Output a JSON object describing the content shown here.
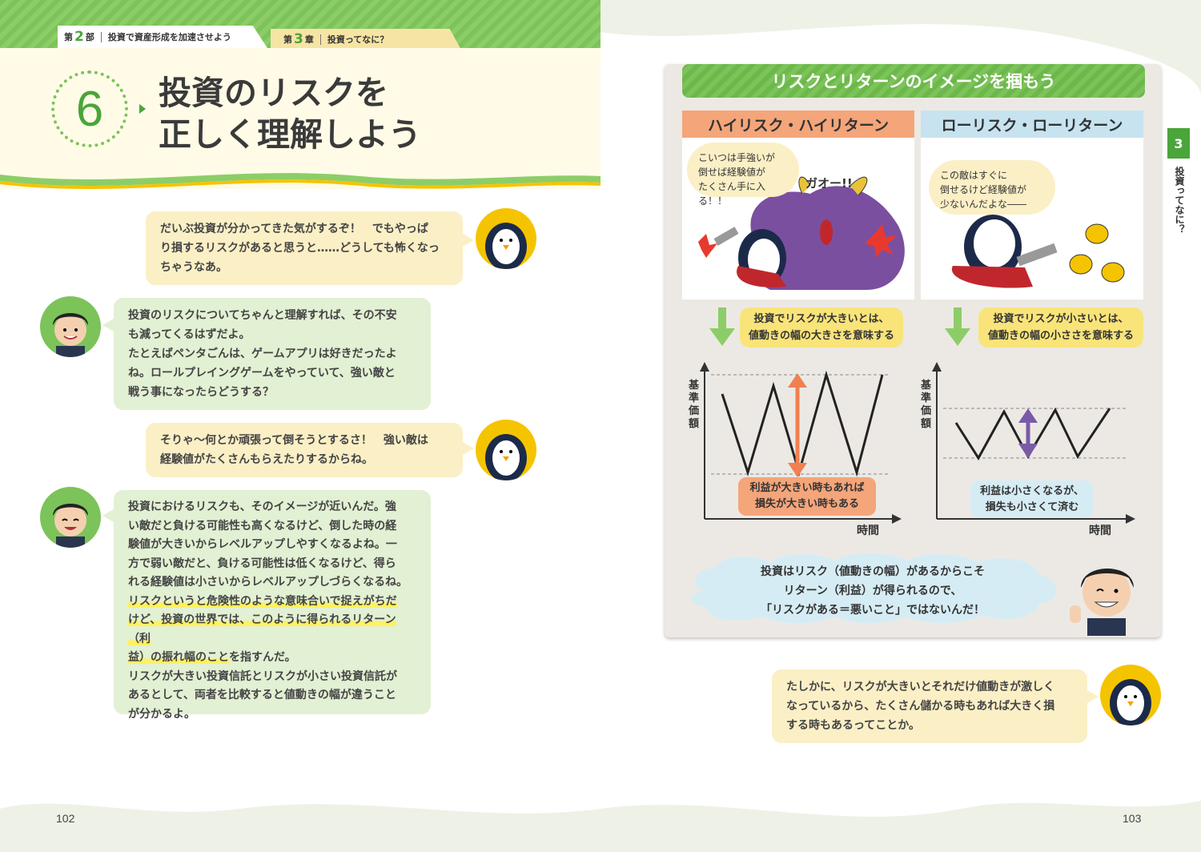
{
  "header": {
    "part_prefix": "第",
    "part_num": "2",
    "part_suffix": "部",
    "part_title": "投資で資産形成を加速させよう",
    "chapter_prefix": "第",
    "chapter_num": "3",
    "chapter_suffix": "章",
    "chapter_title": "投資ってなに？"
  },
  "section": {
    "number": "6",
    "title_line1": "投資のリスクを",
    "title_line2": "正しく理解しよう"
  },
  "dialogue": [
    {
      "speaker": "penguin",
      "lines": [
        "だいぶ投資が分かってきた気がするぞ！　でもやっぱ",
        "り損するリスクがあると思うと……どうしても怖くなっ",
        "ちゃうなあ。"
      ]
    },
    {
      "speaker": "man",
      "lines": [
        "投資のリスクについてちゃんと理解すれば、その不安",
        "も減ってくるはずだよ。",
        "たとえばペンタごんは、ゲームアプリは好きだったよ",
        "ね。ロールプレイングゲームをやっていて、強い敵と",
        "戦う事になったらどうする？"
      ]
    },
    {
      "speaker": "penguin",
      "lines": [
        "そりゃ〜何とか頑張って倒そうとするさ！　強い敵は",
        "経験値がたくさんもらえたりするからね。"
      ]
    },
    {
      "speaker": "man",
      "plain_lines": [
        "投資におけるリスクも、そのイメージが近いんだ。強",
        "い敵だと負ける可能性も高くなるけど、倒した時の経",
        "験値が大きいからレベルアップしやすくなるよね。一",
        "方で弱い敵だと、負ける可能性は低くなるけど、得ら",
        "れる経験値は小さいからレベルアップしづらくなるね。"
      ],
      "hl_line1": "リスクというと危険性のような意味合いで捉えがちだ",
      "hl_line2": "けど、投資の世界では、このように得られるリターン（利",
      "hl_line3": "益）の振れ幅のこと",
      "hl_line3_tail": "を指すんだ。",
      "tail_lines": [
        "リスクが大きい投資信託とリスクが小さい投資信託が",
        "あるとして、両者を比較すると値動きの幅が違うこと",
        "が分かるよ。"
      ]
    },
    {
      "speaker": "penguin",
      "lines": [
        "たしかに、リスクが大きいとそれだけ値動きが激しく",
        "なっているから、たくさん儲かる時もあれば大きく損",
        "する時もあるってことか。"
      ]
    }
  ],
  "page_left": "102",
  "page_right": "103",
  "panel": {
    "title": "リスクとリターンのイメージを掴もう",
    "high": {
      "heading": "ハイリスク・ハイリターン",
      "speech": [
        "こいつは手強いが",
        "倒せば経験値が",
        "たくさん手に入る！！"
      ],
      "monster_cry": "ガオー!!",
      "note": [
        "投資でリスクが大きいとは、",
        "値動きの幅の大きさを意味する"
      ],
      "chart_note": [
        "利益が大きい時もあれば",
        "損失が大きい時もある"
      ],
      "y_label": "基準価額",
      "x_label": "時間"
    },
    "low": {
      "heading": "ローリスク・ローリターン",
      "speech": [
        "この敵はすぐに",
        "倒せるけど経験値が",
        "少ないんだよな――"
      ],
      "note": [
        "投資でリスクが小さいとは、",
        "値動きの幅の小ささを意味する"
      ],
      "chart_note": [
        "利益は小さくなるが、",
        "損失も小さくて済む"
      ],
      "y_label": "基準価額",
      "x_label": "時間"
    },
    "conclusion": [
      "投資はリスク（値動きの幅）があるからこそ",
      "リターン（利益）が得られるので、",
      "「リスクがある＝悪いこと」ではないんだ！"
    ]
  },
  "side_tab": {
    "number": "3",
    "text": "投資ってなに？"
  },
  "colors": {
    "green": "#4aa53a",
    "orange": "#f4a57a",
    "blue": "#c7e3f0",
    "purple": "#7a5aa6",
    "yellow": "#f9e47a"
  }
}
